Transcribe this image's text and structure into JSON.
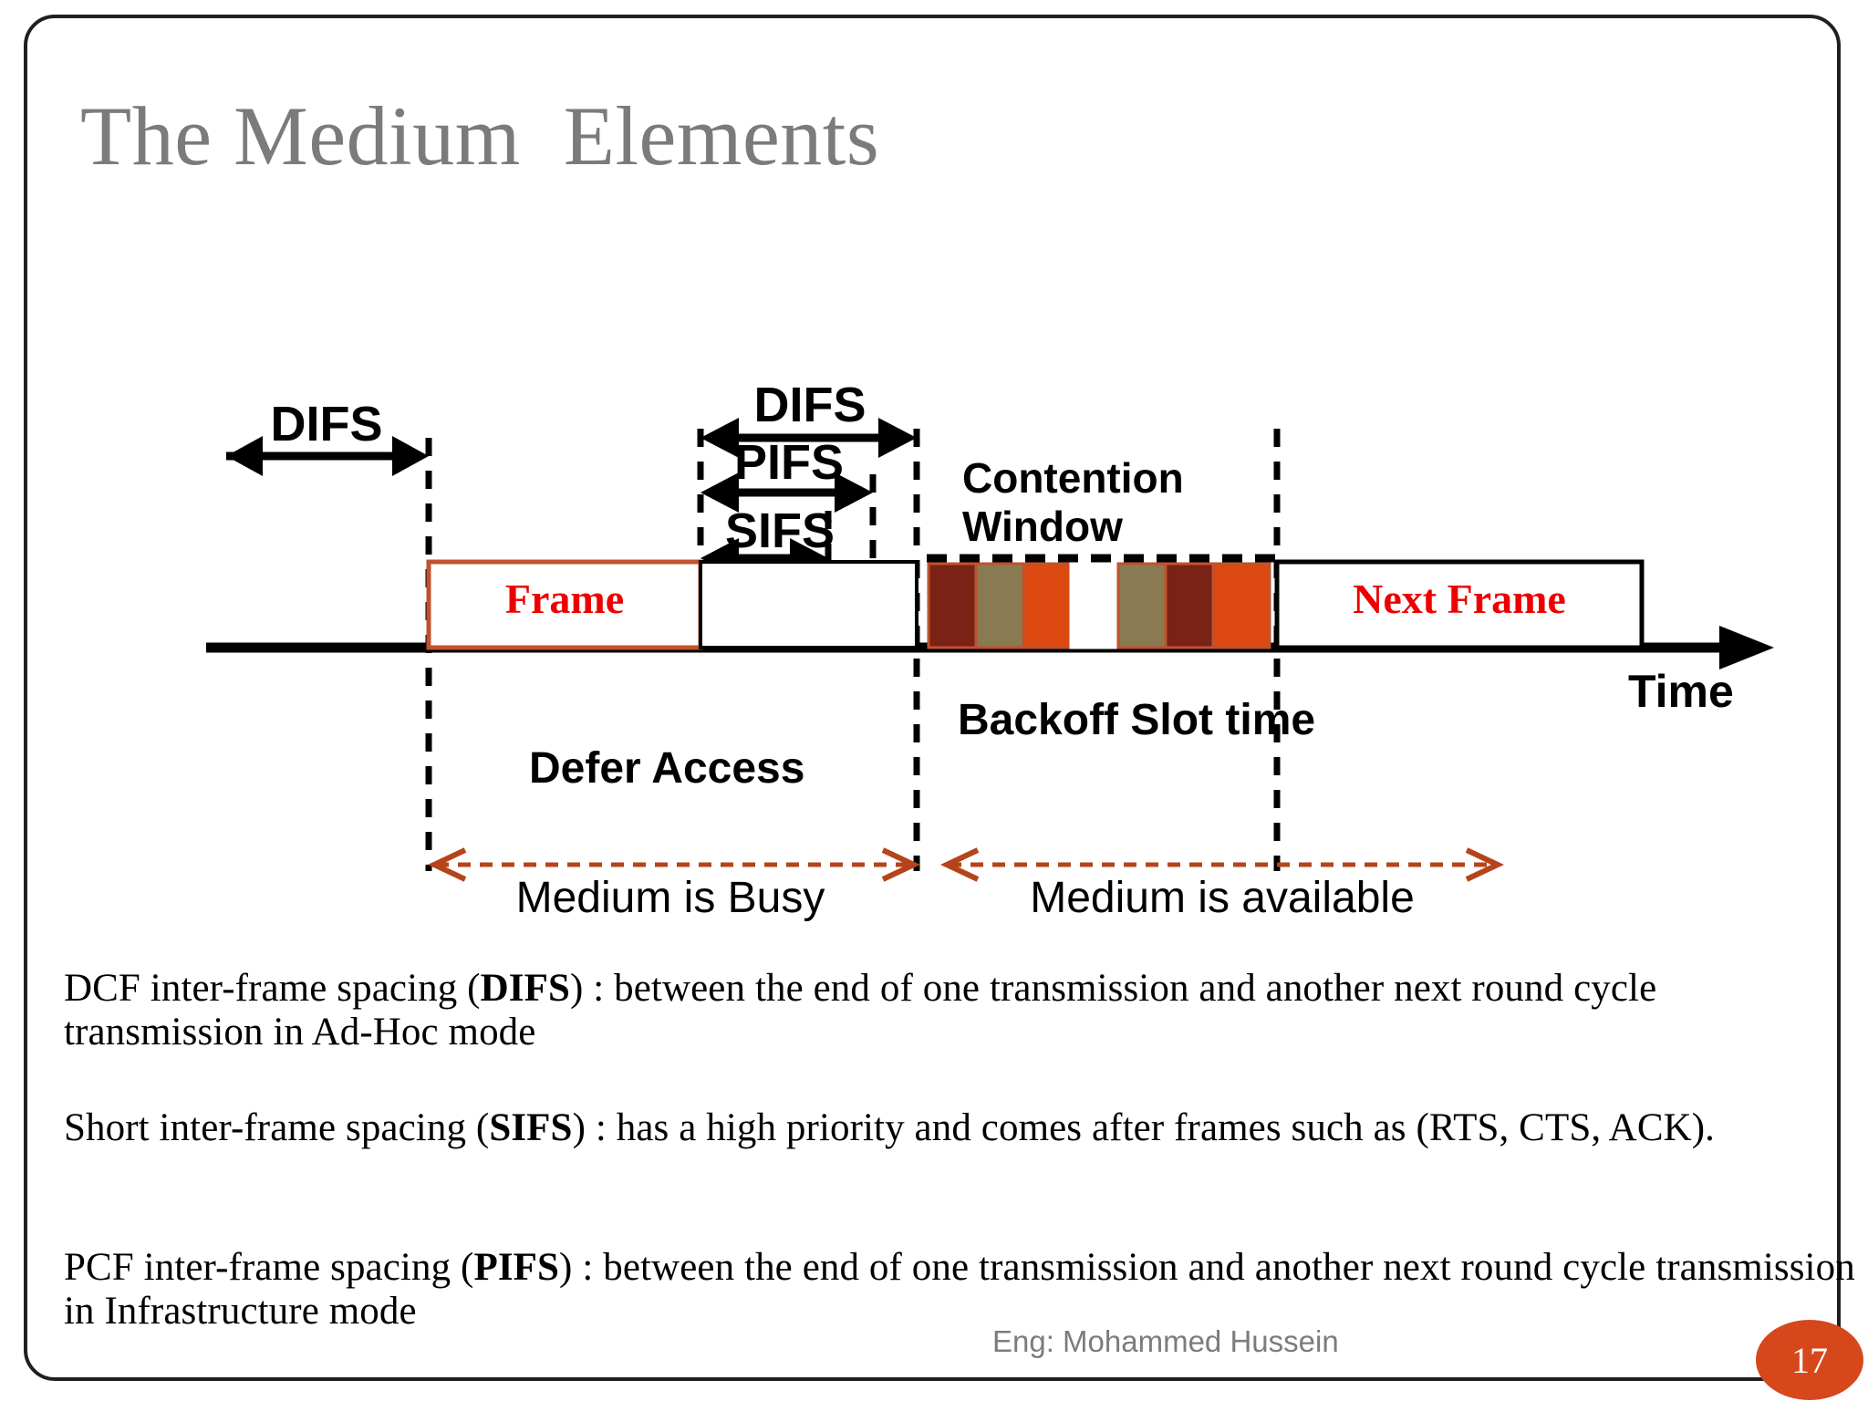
{
  "slide": {
    "title": "The Medium  Elements",
    "page_number": "17",
    "author": "Eng: Mohammed Hussein",
    "accent_color": "#d6471c",
    "title_color": "#7b7b7b"
  },
  "diagram": {
    "axis_label": "Time",
    "frame_label": "Frame",
    "next_frame_label": "Next Frame",
    "frame_label_color": "#ee0000",
    "interval_labels": {
      "difs_left": "DIFS",
      "difs_mid": "DIFS",
      "pifs": "PIFS",
      "sifs": "SIFS"
    },
    "contention_window_line1": "Contention",
    "contention_window_line2": "Window",
    "backoff_label": "Backoff Slot time",
    "defer_access_label": "Defer Access",
    "medium_busy_label": "Medium is Busy",
    "medium_available_label": "Medium is available",
    "slot_colors": [
      "#7a2216",
      "#8a7a52",
      "#dc4a12",
      "#ffffff",
      "#8a7a52",
      "#7a2216",
      "#dc4a12"
    ],
    "dashed_arrow_color": "#b5441b",
    "frame_outline_color": "#c0522d"
  },
  "body": {
    "paragraphs": [
      {
        "lead": "DCF inter-frame spacing (",
        "abbr": "DIFS",
        "rest": ") : between the end of one transmission and another next round cycle transmission in Ad-Hoc mode"
      },
      {
        "lead": "Short inter-frame spacing (",
        "abbr": "SIFS",
        "rest": ") : has a high priority and comes after frames such as (RTS, CTS, ACK)."
      },
      {
        "lead": "PCF inter-frame spacing (",
        "abbr": "PIFS",
        "rest": ") : between the end of one transmission and another next round cycle transmission in  Infrastructure mode"
      }
    ]
  }
}
